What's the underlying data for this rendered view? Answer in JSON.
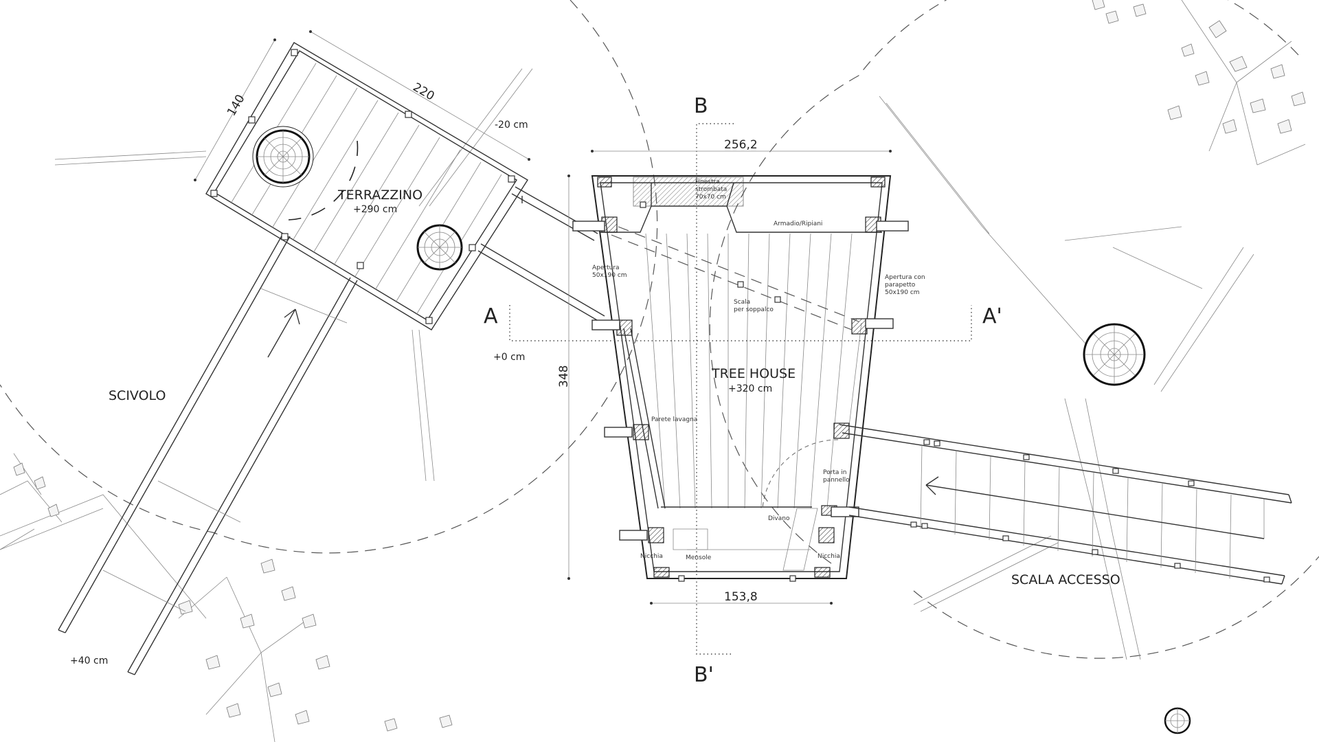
{
  "labels": {
    "terrazzino": "TERRAZZINO",
    "terrazzino_level": "+290 cm",
    "tree_house": "TREE HOUSE",
    "tree_house_level": "+320 cm",
    "scivolo": "SCIVOLO",
    "scala_accesso": "SCALA ACCESSO",
    "level_zero": "+0 cm",
    "level_minus20": "-20 cm",
    "level_plus40": "+40 cm"
  },
  "sections": {
    "a": "A",
    "a_prime": "A'",
    "b": "B",
    "b_prime": "B'"
  },
  "dimensions": {
    "d140": "140",
    "d220": "220",
    "d256": "256,2",
    "d348": "348",
    "d153": "153,8"
  },
  "notes": {
    "finestra_1": "Finestra",
    "finestra_2": "strombata",
    "finestra_3": "70x70 cm",
    "armadio": "Armadio/Ripiani",
    "apertura_left_1": "Apertura",
    "apertura_left_2": "50x190 cm",
    "apertura_right_1": "Apertura con",
    "apertura_right_2": "parapetto",
    "apertura_right_3": "50x190 cm",
    "scala_1": "Scala",
    "scala_2": "per soppalco",
    "parete": "Parete lavagna",
    "porta_1": "Porta in",
    "porta_2": "pannello",
    "divano": "Divano",
    "nicchia_left": "Nicchia",
    "nicchia_right": "Nicchia",
    "mensole": "Mensole"
  },
  "colors": {
    "ink": "#222222",
    "paper": "#ffffff",
    "grey": "#888888"
  }
}
